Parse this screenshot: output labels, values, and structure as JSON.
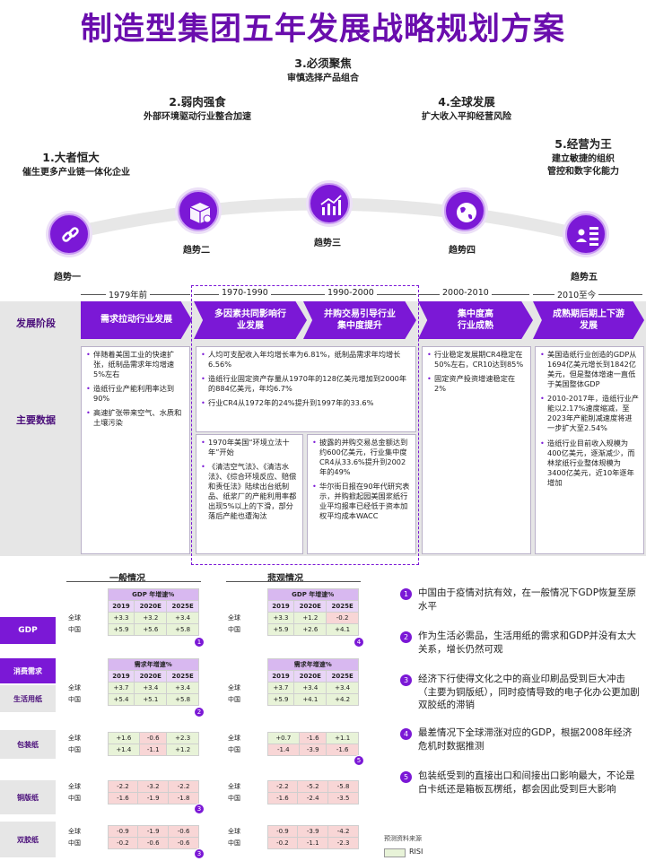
{
  "title": "制造型集团五年发展战略规划方案",
  "trends": [
    {
      "heading": "1.大者恒大",
      "sub": "催生更多产业链一体化企业",
      "label": "趋势一",
      "icon": "link-icon"
    },
    {
      "heading": "2.弱肉强食",
      "sub": "外部环境驱动行业整合加速",
      "label": "趋势二",
      "icon": "box-icon"
    },
    {
      "heading": "3.必须聚焦",
      "sub": "审慎选择产品组合",
      "label": "趋势三",
      "icon": "bar-chart-icon"
    },
    {
      "heading": "4.全球发展",
      "sub": "扩大收入平抑经营风险",
      "label": "趋势四",
      "icon": "globe-icon"
    },
    {
      "heading": "5.经营为王",
      "sub1": "建立敏捷的组织",
      "sub2": "管控和数字化能力",
      "label": "趋势五",
      "icon": "org-icon"
    }
  ],
  "rows": {
    "stage": "发展阶段",
    "data": "主要数据"
  },
  "periods": [
    "1979年前",
    "1970-1990",
    "1990-2000",
    "2000-2010",
    "2010至今"
  ],
  "stages": [
    {
      "l1": "需求拉动行业发展",
      "l2": ""
    },
    {
      "l1": "多因素共同影响行",
      "l2": "业发展"
    },
    {
      "l1": "并购交易引导行业",
      "l2": "集中度提升"
    },
    {
      "l1": "集中度高",
      "l2": "行业成熟"
    },
    {
      "l1": "成熟期后期上下游",
      "l2": "发展"
    }
  ],
  "data_boxes": {
    "col1": [
      "伴随着美国工业的快速扩张，纸制品需求年均增速5%左右",
      "造纸行业产能利用率达到90%",
      "高速扩张带来空气、水质和土壤污染"
    ],
    "col2a": [
      "人均可支配收入年均增长率为6.81%，纸制品需求年均增长6.56%",
      "造纸行业固定资产存量从1970年的128亿美元增加到2000年的884亿美元，年均6.7%",
      "行业CR4从1972年的24%提升到1997年的33.6%"
    ],
    "col2b": [
      "1970年美国“环境立法十年”开始",
      "《清洁空气法》、《清洁水法》、《综合环境反应、赔偿和责任法》陆续出台纸制品、纸浆厂的产能利用率都出现5%以上的下滑，部分落后产能也遭淘汰"
    ],
    "col3b": [
      "披露的并购交易总金额达到约600亿美元，行业集中度CR4从33.6%提升到2002年的49%",
      "华尔街日报在90年代研究表示，并购掀起园美国浆纸行业平均报率已经低于资本加权平均成本WACC"
    ],
    "col4": [
      "行业稳定发展期CR4稳定在50%左右，CR10达到85%",
      "固定资产投资增速稳定在2%"
    ],
    "col5": [
      "美国造纸行业创造的GDP从1694亿美元增长到1842亿美元，但是整体增速一直低于美国整体GDP",
      "2010-2017年，造纸行业产能以2.17%速度缩减，至2023年产能削减速度将进一步扩大至2.54%",
      "造纸行业目前收入规模为400亿美元，逐渐减少，而林浆纸行业整体规模为3400亿美元，近10年逐年增加"
    ]
  },
  "scenarios": {
    "normal": "一般情况",
    "pessimistic": "悲观情况"
  },
  "side_labels": {
    "gdp": "GDP",
    "consumer": "消费需求",
    "tissue": "生活用纸",
    "packaging": "包装纸",
    "copper": "铜版纸",
    "offset": "双胶纸"
  },
  "table_headers": {
    "gdp": "GDP 年增速%",
    "demand": "需求年增速%",
    "years": [
      "2019",
      "2020E",
      "2025E"
    ]
  },
  "regions": {
    "global": "全球",
    "china": "中国"
  },
  "tables": {
    "normal": {
      "gdp": {
        "global": [
          "+3.3",
          "+3.2",
          "+3.4"
        ],
        "china": [
          "+5.9",
          "+5.6",
          "+5.8"
        ],
        "badge": "1"
      },
      "tissue": {
        "global": [
          "+3.7",
          "+3.4",
          "+3.4"
        ],
        "china": [
          "+5.4",
          "+5.1",
          "+5.8"
        ],
        "badge": "2"
      },
      "packaging": {
        "global": [
          "+1.6",
          "-0.6",
          "+2.3"
        ],
        "china": [
          "+1.4",
          "-1.1",
          "+1.2"
        ],
        "badge": ""
      },
      "copper": {
        "global": [
          "-2.2",
          "-3.2",
          "-2.2"
        ],
        "china": [
          "-1.6",
          "-1.9",
          "-1.8"
        ],
        "badge": "3"
      },
      "offset": {
        "global": [
          "-0.9",
          "-1.9",
          "-0.6"
        ],
        "china": [
          "-0.2",
          "-0.6",
          "-0.6"
        ],
        "badge": "3"
      }
    },
    "pessimistic": {
      "gdp": {
        "global": [
          "+3.3",
          "+1.2",
          "-0.2"
        ],
        "china": [
          "+5.9",
          "+2.6",
          "+4.1"
        ],
        "badge": "4"
      },
      "tissue": {
        "global": [
          "+3.7",
          "+3.4",
          "+3.4"
        ],
        "china": [
          "+5.9",
          "+4.1",
          "+4.2"
        ],
        "badge": ""
      },
      "packaging": {
        "global": [
          "+0.7",
          "-1.6",
          "+1.1"
        ],
        "china": [
          "-1.4",
          "-3.9",
          "-1.6"
        ],
        "badge": "5"
      },
      "copper": {
        "global": [
          "-2.2",
          "-5.2",
          "-5.8"
        ],
        "china": [
          "-1.6",
          "-2.4",
          "-3.5"
        ],
        "badge": ""
      },
      "offset": {
        "global": [
          "-0.9",
          "-3.9",
          "-4.2"
        ],
        "china": [
          "-0.2",
          "-1.1",
          "-2.3"
        ],
        "badge": ""
      }
    }
  },
  "notes": [
    {
      "n": "1",
      "text": "中国由于疫情对抗有效，在一般情况下GDP恢复至原水平"
    },
    {
      "n": "2",
      "text": "作为生活必需品，生活用纸的需求和GDP并没有太大关系，增长仍然可观"
    },
    {
      "n": "3",
      "text": "经济下行使得文化之中的商业印刷品受到巨大冲击（主要为铜版纸），同时疫情导致的电子化办公更加剧双胶纸的滞销"
    },
    {
      "n": "4",
      "text": "最差情况下全球滞涨对应的GDP，根据2008年经济危机时数据推测"
    },
    {
      "n": "5",
      "text": "包装纸受到的直接出口和间接出口影响最大，不论是白卡纸还是箱板瓦楞纸，都会因此受到巨大影响"
    }
  ],
  "source": {
    "title": "预测资料来源",
    "legend": "RISI"
  },
  "colors": {
    "accent": "#7b18d6",
    "dark": "#4a0e7a",
    "up": "#e8f3d8",
    "down": "#f8d6d6"
  }
}
